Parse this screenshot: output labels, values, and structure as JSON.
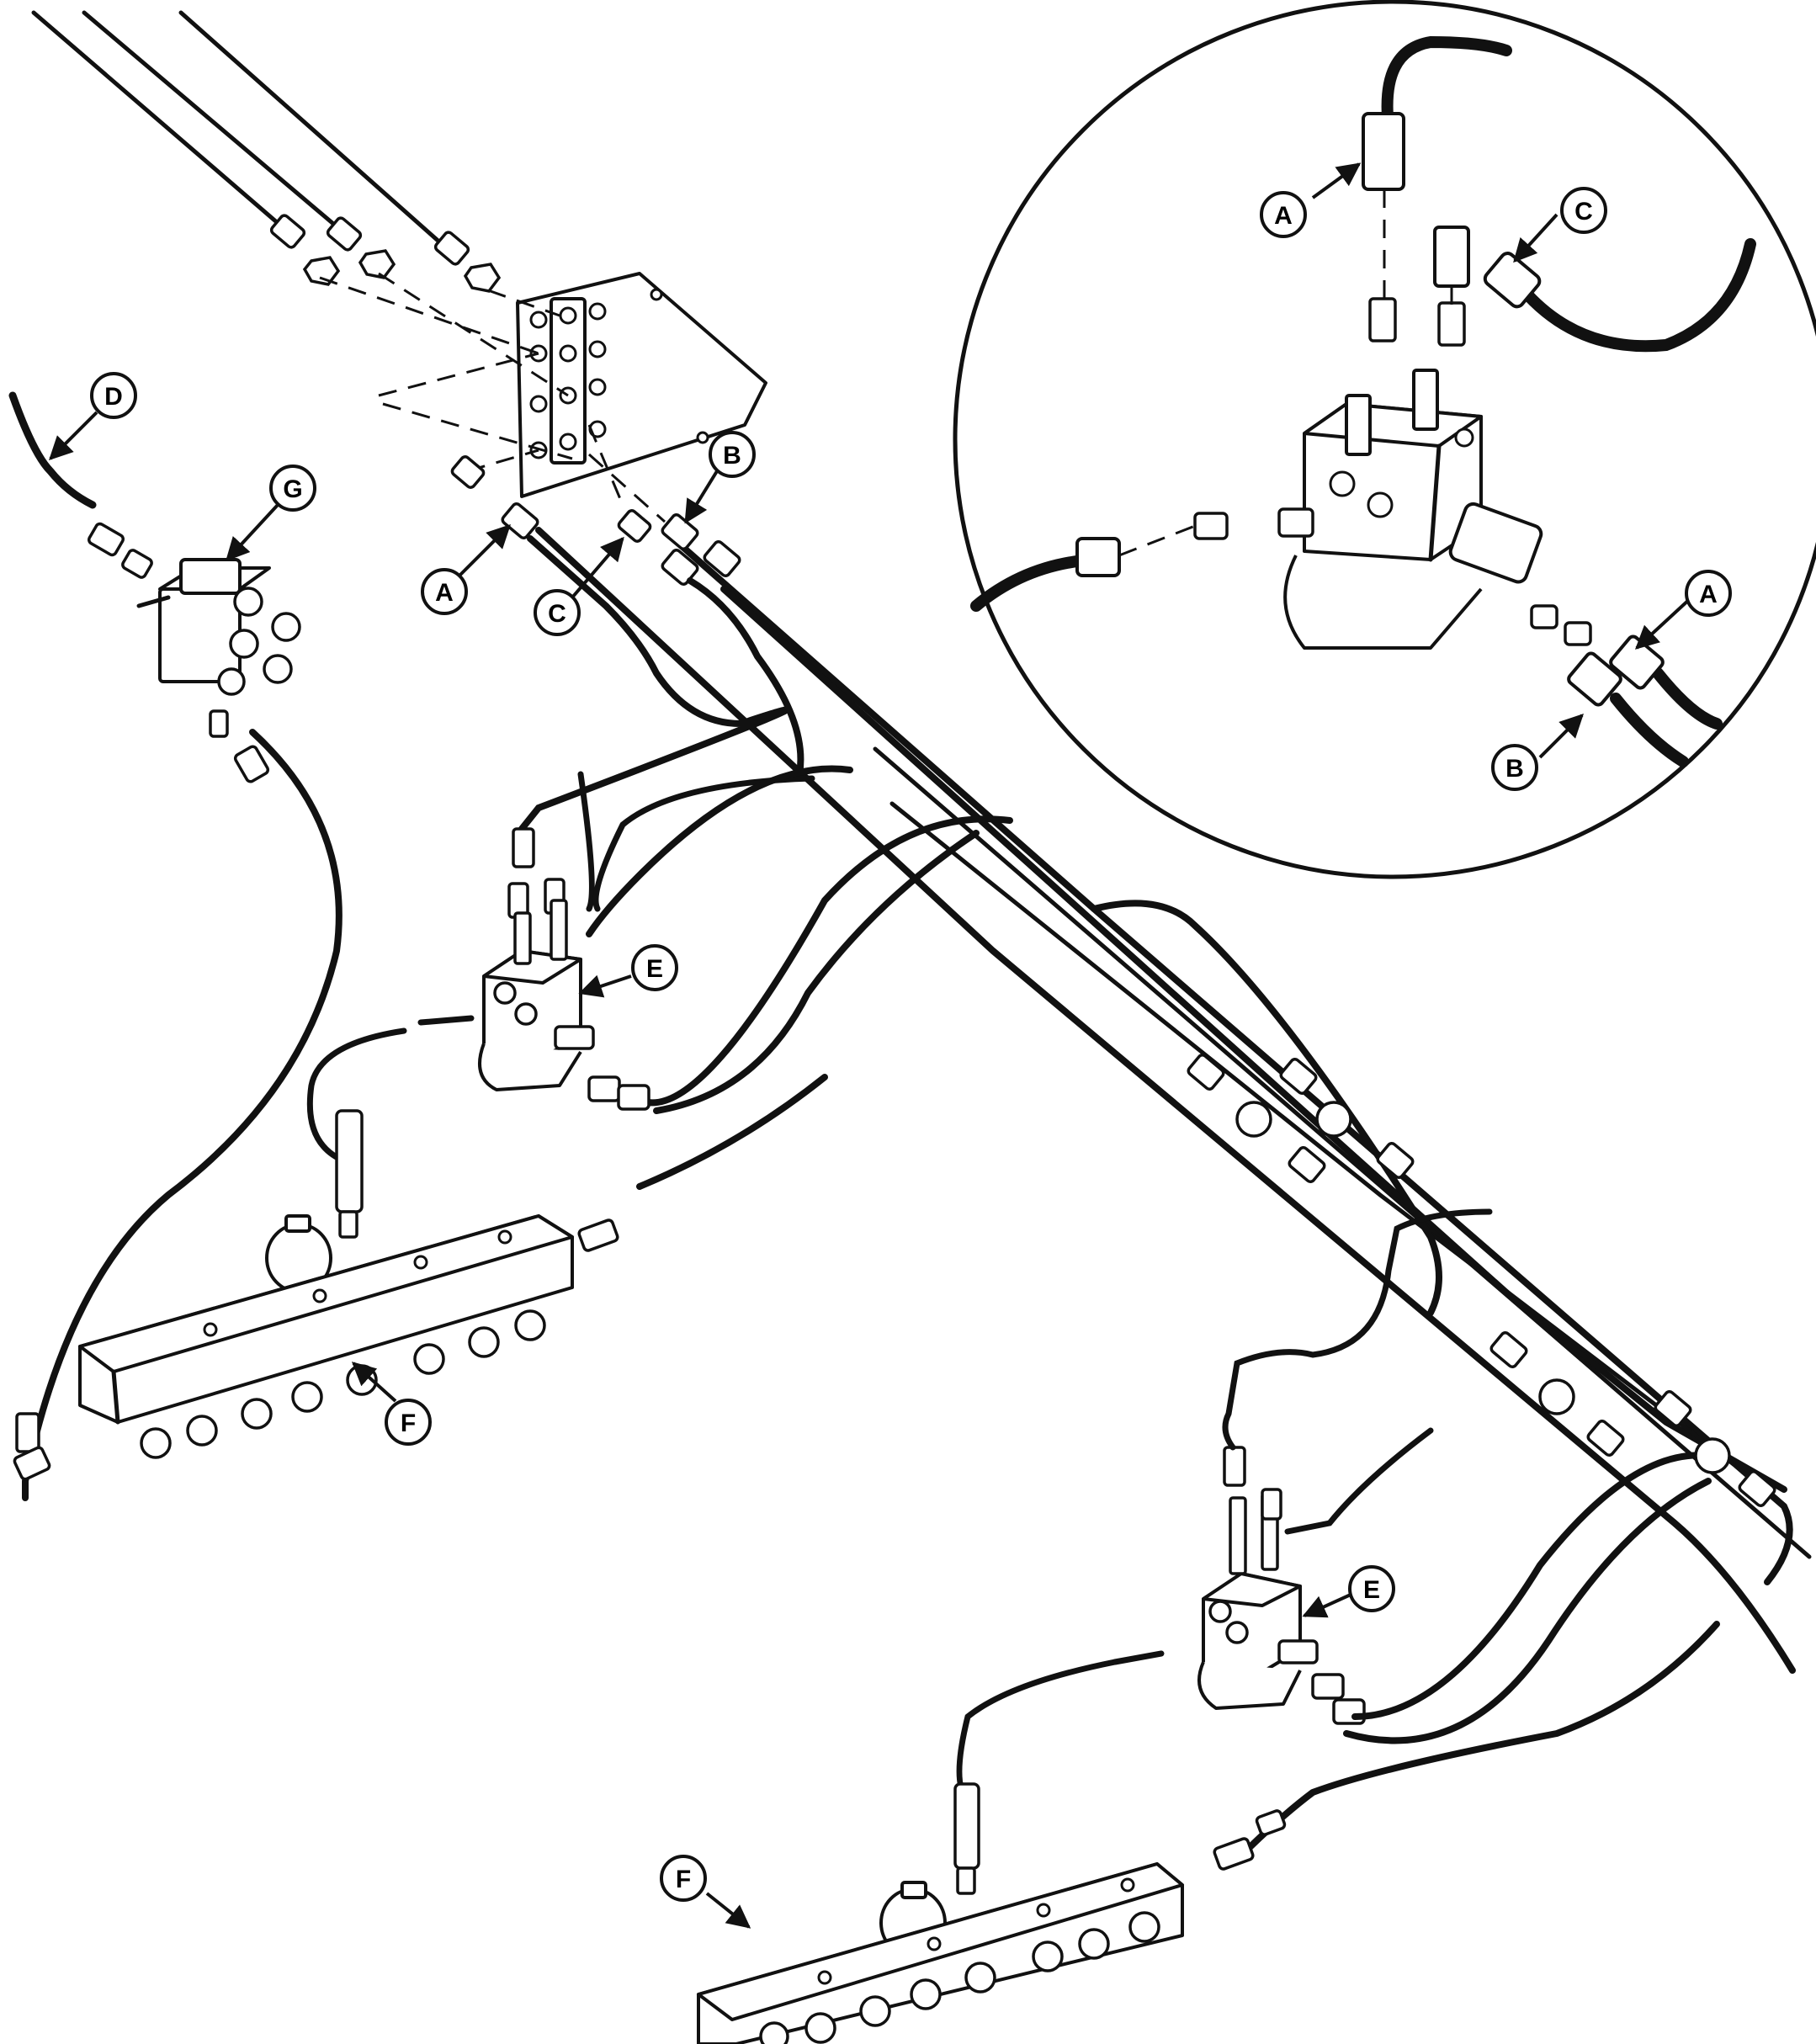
{
  "callouts": {
    "left_A": "A",
    "left_B": "B",
    "left_C": "C",
    "D": "D",
    "G": "G",
    "E_upper": "E",
    "F_left": "F",
    "E_lower": "E",
    "F_lower": "F",
    "inset_A_top": "A",
    "inset_C": "C",
    "inset_A_right": "A",
    "inset_B": "B"
  },
  "colors": {
    "line": "#111111",
    "background": "#ffffff"
  }
}
